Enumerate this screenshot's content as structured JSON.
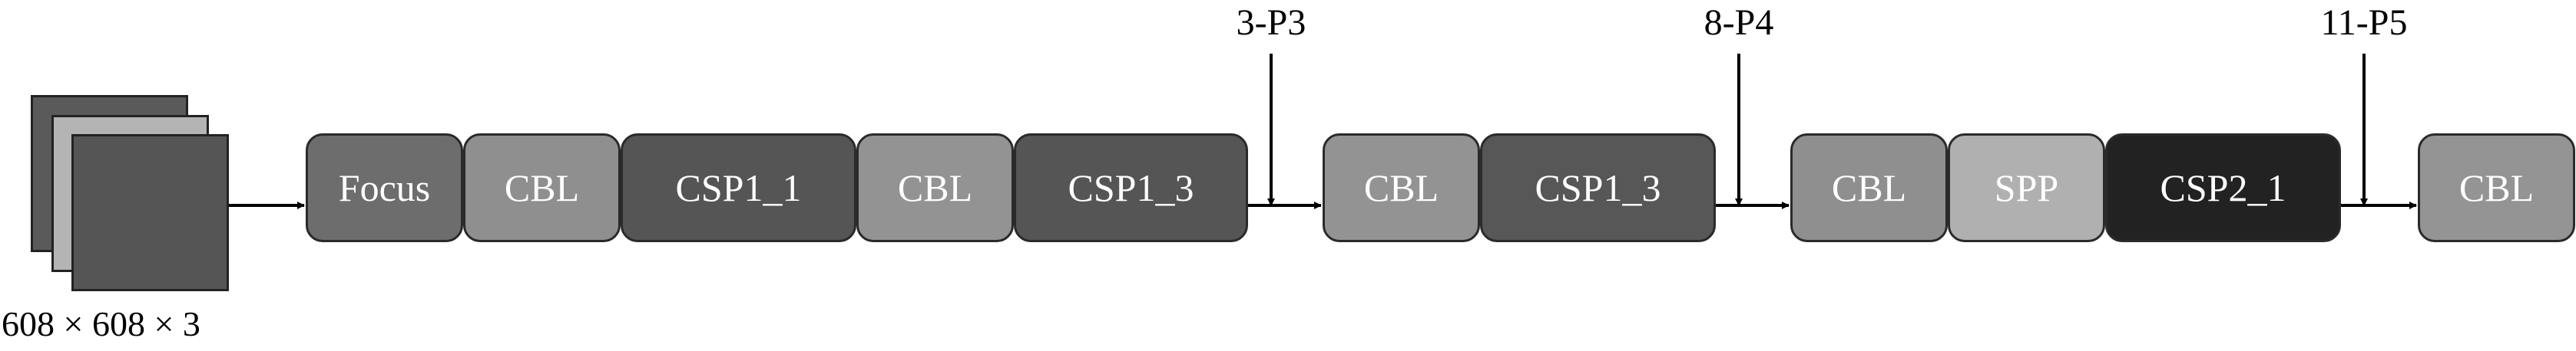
{
  "input": {
    "label": "608 × 608 × 3",
    "colors": [
      "#5a5a5a",
      "#b4b4b4",
      "#555555"
    ]
  },
  "groups": [
    {
      "blocks": [
        {
          "label": "Focus",
          "color": "#6d6d6d"
        },
        {
          "label": "CBL",
          "color": "#8f8f8f"
        },
        {
          "label": "CSP1_1",
          "color": "#555555"
        },
        {
          "label": "CBL",
          "color": "#939393"
        },
        {
          "label": "CSP1_3",
          "color": "#555555"
        }
      ],
      "tap": "3-P3"
    },
    {
      "blocks": [
        {
          "label": "CBL",
          "color": "#939393"
        },
        {
          "label": "CSP1_3",
          "color": "#575757"
        }
      ],
      "tap": "8-P4"
    },
    {
      "blocks": [
        {
          "label": "CBL",
          "color": "#8f8f8f"
        },
        {
          "label": "SPP",
          "color": "#b0b0b0"
        },
        {
          "label": "CSP2_1",
          "color": "#222222"
        }
      ],
      "tap": "11-P5"
    },
    {
      "blocks": [
        {
          "label": "CBL",
          "color": "#949494"
        }
      ],
      "tap": ""
    }
  ]
}
